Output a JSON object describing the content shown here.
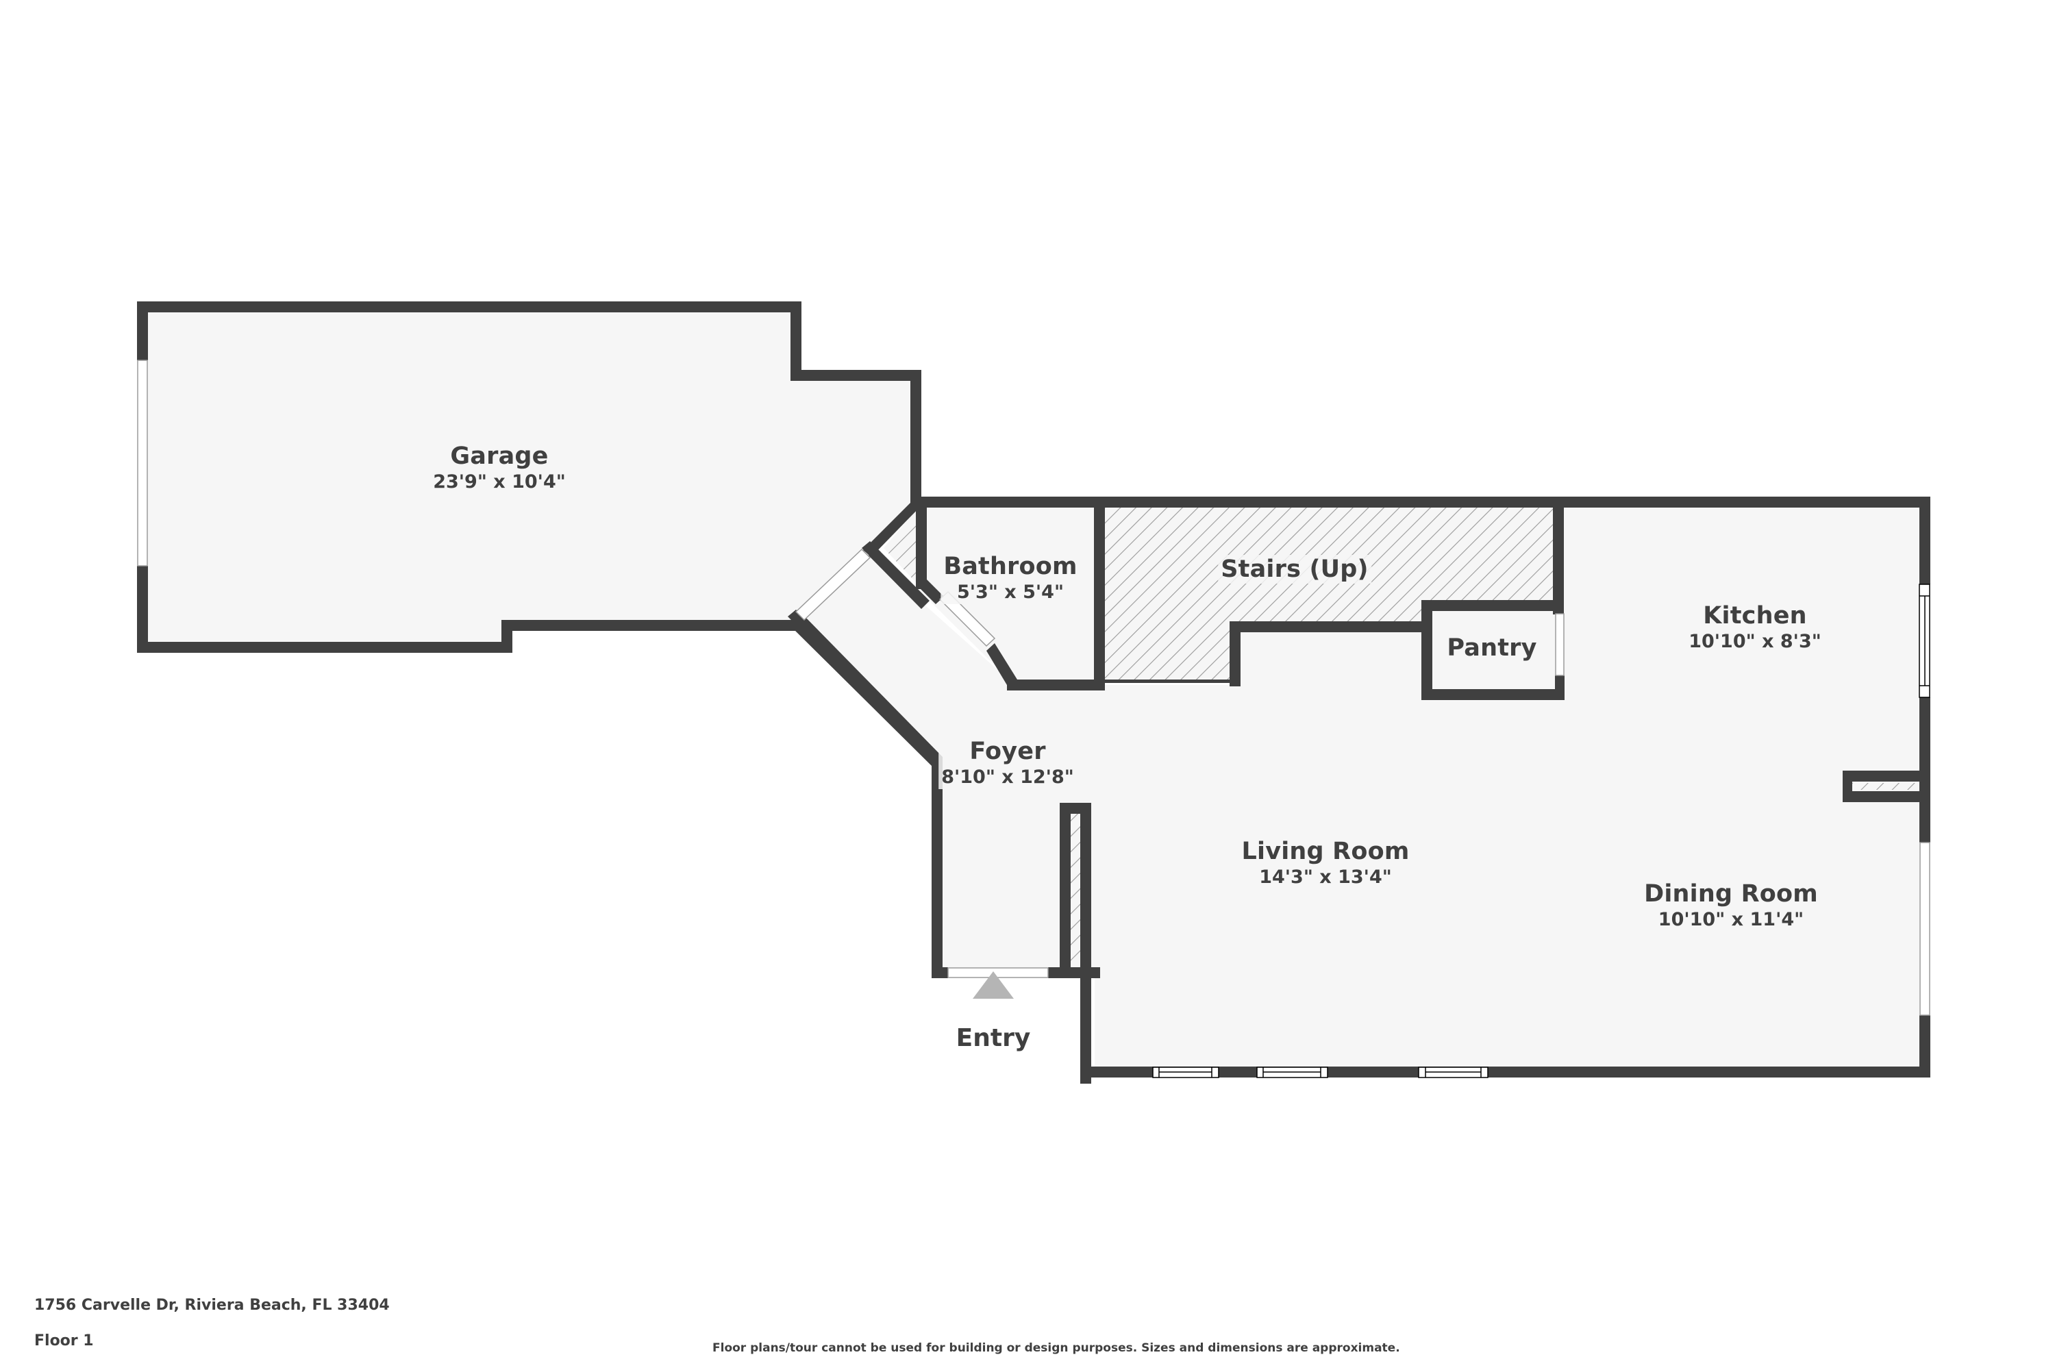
{
  "plan": {
    "address": "1756 Carvelle Dr, Riviera Beach, FL 33404",
    "floor": "Floor 1",
    "disclaimer": "Floor plans/tour cannot be used for building or design purposes. Sizes and dimensions are approximate.",
    "entry_label": "Entry",
    "colors": {
      "wall": "#404040",
      "floor": "#f6f6f6",
      "background": "#ffffff",
      "hatch": "#9a9a9a",
      "entry_marker": "#b5b5b5",
      "window": "#ffffff"
    }
  },
  "rooms": [
    {
      "name": "Garage",
      "dimensions": "23'9\" x 10'4\""
    },
    {
      "name": "Bathroom",
      "dimensions": "5'3\" x 5'4\""
    },
    {
      "name": "Stairs (Up)",
      "dimensions": ""
    },
    {
      "name": "Pantry",
      "dimensions": ""
    },
    {
      "name": "Kitchen",
      "dimensions": "10'10\" x 8'3\""
    },
    {
      "name": "Foyer",
      "dimensions": "8'10\" x 12'8\""
    },
    {
      "name": "Living Room",
      "dimensions": "14'3\" x 13'4\""
    },
    {
      "name": "Dining Room",
      "dimensions": "10'10\" x 11'4\""
    }
  ]
}
